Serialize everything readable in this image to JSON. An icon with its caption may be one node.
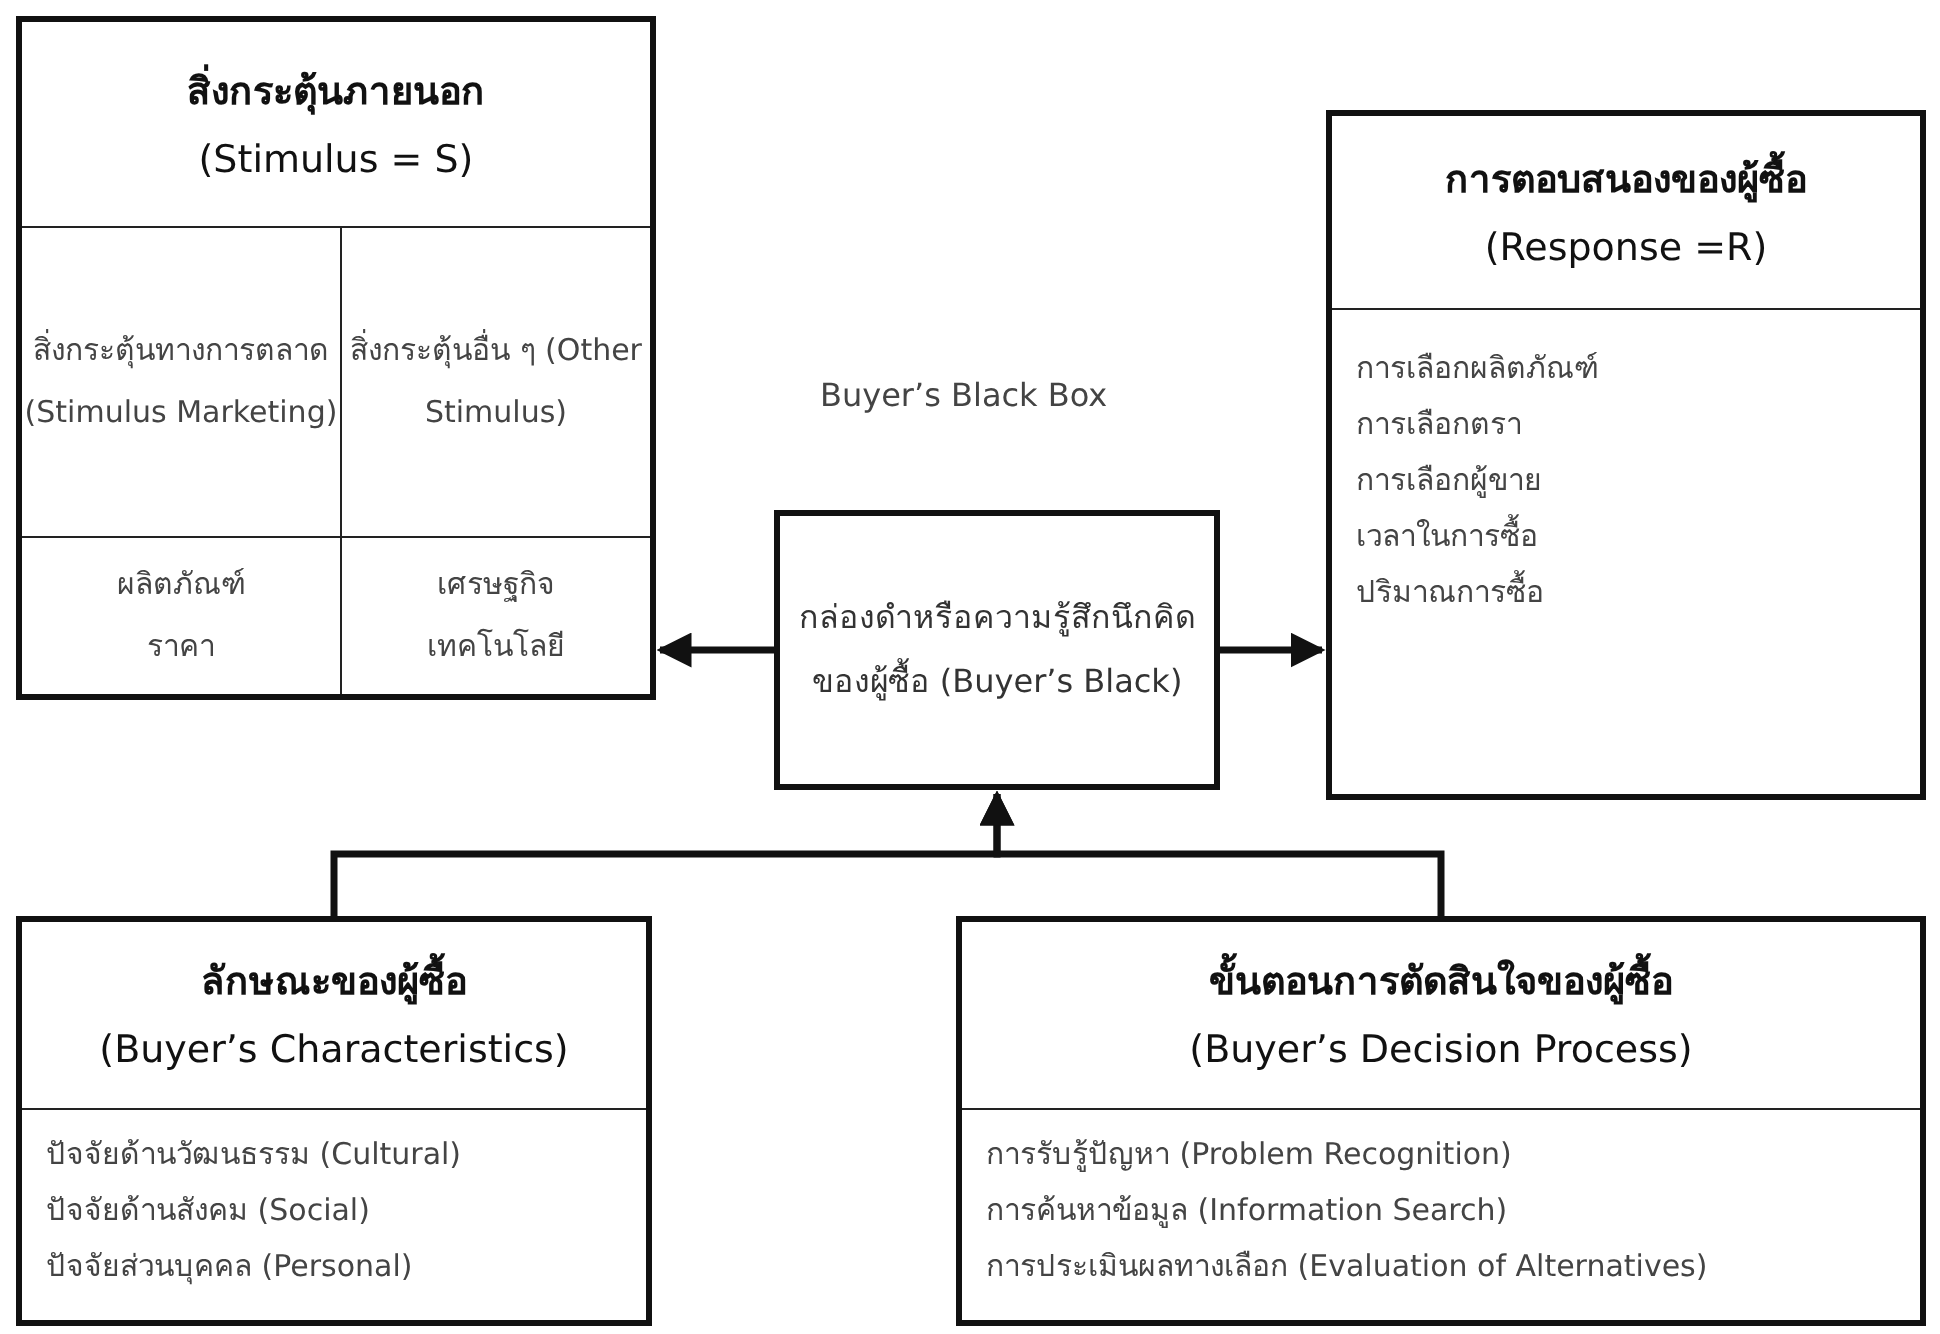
{
  "diagram": {
    "nodes": [
      {
        "text": [
          "สิ่งกระตุ้นภายนอก",
          "(Stimulus = S)"
        ]
      },
      {
        "text": [
          "สิ่งกระตุ้นทางการตลาด (Stimulus Marketing)"
        ],
        "in": 0
      },
      {
        "text": [
          "สิ่งกระตุ้นอื่น ๆ (Other Stimulus)"
        ],
        "in": 0
      },
      {
        "text": [
          "ผลิตภัณฑ์",
          "ราคา"
        ],
        "in": 0
      },
      {
        "text": [
          "เศรษฐกิจ",
          "เทคโนโลยี"
        ],
        "in": 0
      },
      {
        "text": [
          "กล่องดำหรือความรู้สึกนึกคิดของผู้ซื้อ (Buyer’s Black)"
        ],
        "beside": [
          "Buyer’s Black Box"
        ]
      },
      {
        "text": [
          "การตอบสนองของผู้ซื้อ",
          "(Response =R)",
          "การเลือกผลิตภัณฑ์",
          "การเลือกตรา",
          "การเลือกผู้ขาย",
          "เวลาในการซื้อ",
          "ปริมาณการซื้อ"
        ]
      },
      {
        "text": [
          "ลักษณะของผู้ซื้อ",
          "(Buyer’s Characteristics)",
          "ปัจจัยด้านวัฒนธรรม (Cultural)",
          "ปัจจัยด้านสังคม (Social)",
          "ปัจจัยส่วนบุคคล (Personal)"
        ]
      },
      {
        "text": [
          "ขั้นตอนการตัดสินใจของผู้ซื้อ",
          "(Buyer’s Decision Process)",
          "การรับรู้ปัญหา (Problem Recognition)",
          "การค้นหาข้อมูล (Information Search)",
          "การประเมินผลทางเลือก (Evaluation of Alternatives)"
        ]
      }
    ],
    "edges": [
      {
        "from": 5,
        "to": 0,
        "arrow": "to"
      },
      {
        "from": 5,
        "to": 6,
        "arrow": "to"
      },
      {
        "from": 7,
        "to": 5,
        "arrow": "to"
      },
      {
        "from": 8,
        "to": 5,
        "arrow": "to"
      }
    ]
  }
}
